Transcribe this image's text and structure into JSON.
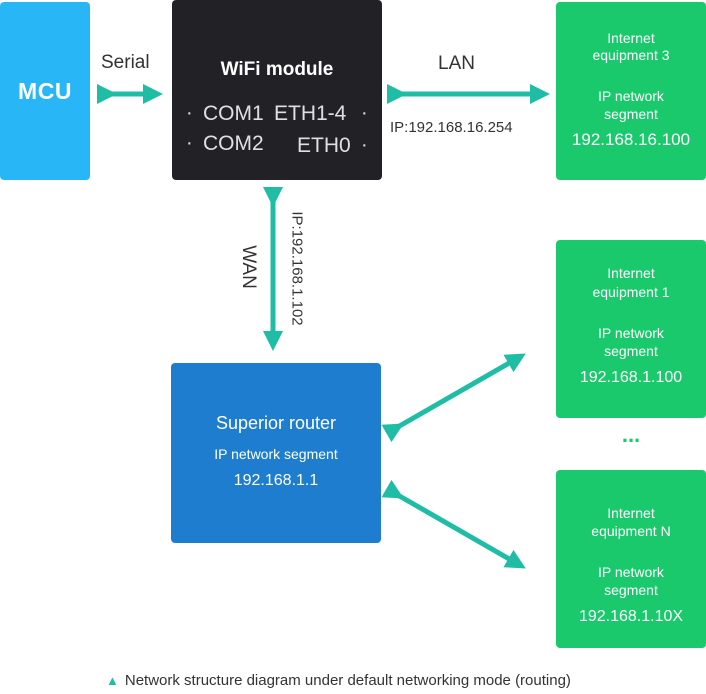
{
  "colors": {
    "mcu": "#29b6f6",
    "wifi": "#222226",
    "green": "#19c96b",
    "router": "#1e7dcf",
    "arrow": "#1fbda5",
    "text": "#333333"
  },
  "mcu": {
    "label": "MCU"
  },
  "serial": {
    "label": "Serial"
  },
  "wifi": {
    "title": "WiFi module",
    "com1": "COM1",
    "com2": "COM2",
    "eth14": "ETH1-4",
    "eth0": "ETH0",
    "dot": "·"
  },
  "lan": {
    "label": "LAN",
    "ip": "IP:192.168.16.254"
  },
  "wan": {
    "label": "WAN",
    "ip": "IP:192.168.1.102"
  },
  "equip3": {
    "line1": "Internet",
    "line2": "equipment 3",
    "seg1": "IP network",
    "seg2": "segment",
    "ip": "192.168.16.100"
  },
  "equip1": {
    "line1": "Internet",
    "line2": "equipment 1",
    "seg1": "IP network",
    "seg2": "segment",
    "ip": "192.168.1.100"
  },
  "ellipsis": "...",
  "equipN": {
    "line1": "Internet",
    "line2": "equipment N",
    "seg1": "IP network",
    "seg2": "segment",
    "ip": "192.168.1.10X"
  },
  "router": {
    "title": "Superior router",
    "segment": "IP network segment",
    "ip": "192.168.1.1"
  },
  "caption": {
    "marker": "▲",
    "text": "Network structure diagram under default networking mode (routing)"
  }
}
